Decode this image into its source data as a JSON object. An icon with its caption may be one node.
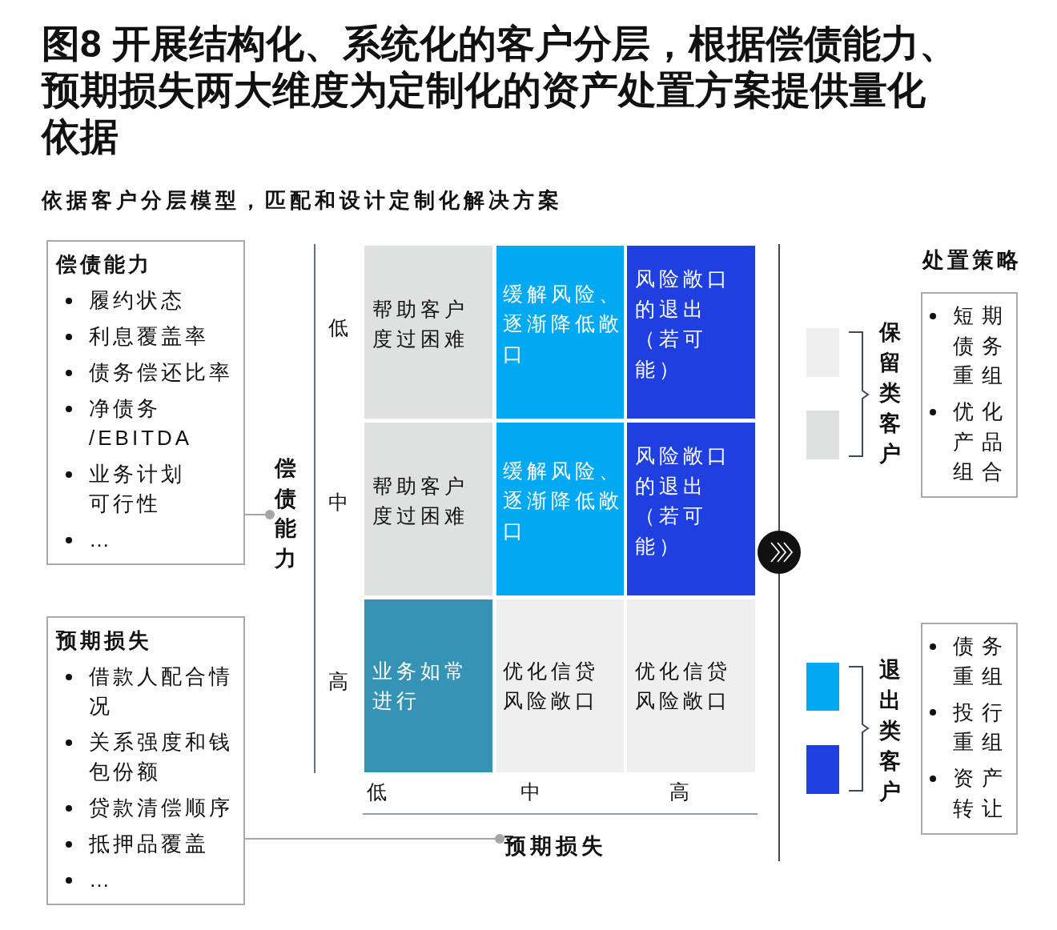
{
  "diagram": {
    "title": "图8 开展结构化、系统化的客户分层，根据偿债能力、预期损失两大维度为定制化的资产处置方案提供量化依据",
    "nodes": [
      {
        "text": [
          "偿债能力",
          "履约状态",
          "利息覆盖率",
          "债务偿还比率",
          "净债务 /EBITDA",
          "业务计划可行性",
          "…"
        ]
      },
      {
        "text": [
          "偿债能力"
        ]
      },
      {
        "text": [
          "预期损失",
          "借款人配合情况",
          "关系强度和钱包份额",
          "贷款清偿顺序",
          "抵押品覆盖",
          "…"
        ]
      },
      {
        "text": [
          "预期损失"
        ]
      },
      {
        "text": [
          "帮助客户度过困难"
        ]
      },
      {
        "text": [
          "缓解风险、逐渐降低敞口"
        ]
      },
      {
        "text": [
          "风险敞口的退出（若可能）"
        ]
      },
      {
        "text": [
          "帮助客户度过困难"
        ]
      },
      {
        "text": [
          "缓解风险、逐渐降低敞口"
        ]
      },
      {
        "text": [
          "风险敞口的退出（若可能）"
        ]
      },
      {
        "text": [
          "业务如常进行"
        ]
      },
      {
        "text": [
          "优化信贷风险敞口"
        ]
      },
      {
        "text": [
          "优化信贷风险敞口"
        ]
      },
      {
        "text": [],
        "shape": "box"
      },
      {
        "text": [],
        "shape": "box"
      },
      {
        "text": [
          "保留类客户"
        ]
      },
      {
        "text": [
          "短期债务重组",
          "优化产品组合"
        ]
      },
      {
        "text": [],
        "shape": "box"
      },
      {
        "text": [],
        "shape": "box"
      },
      {
        "text": [
          "退出类客户"
        ]
      },
      {
        "text": [
          "债务重组",
          "投行重组",
          "资产转让"
        ]
      }
    ],
    "edges": [
      {
        "from": 0,
        "to": 1,
        "arrow": "other"
      },
      {
        "from": 2,
        "to": 3,
        "arrow": "other"
      }
    ],
    "labels": [
      "依据客户分层模型，匹配和设计定制化解决方案",
      "处置策略",
      "低",
      "中",
      "高",
      "低",
      "中",
      "高"
    ]
  }
}
